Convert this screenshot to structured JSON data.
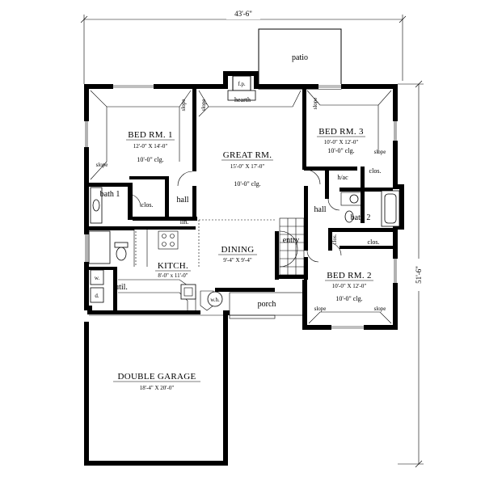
{
  "dimensions": {
    "width": "43'-6\"",
    "depth": "51'-6\""
  },
  "outdoor": {
    "patio": "patio",
    "porch": "porch"
  },
  "features": {
    "fireplace": "f.p.",
    "hearth": "hearth",
    "hvac": "h/ac",
    "linen": "lin.",
    "utility": "util.",
    "water_heater": "w.h.",
    "dryer": "d.",
    "washer": "w."
  },
  "rooms": {
    "bed1": {
      "name": "BED RM. 1",
      "dim": "12'-0\" X 14'-0\"",
      "clg": "10'-0\" clg."
    },
    "great": {
      "name": "GREAT RM.",
      "dim": "15'-0\" X 17'-0\"",
      "clg": "10'-0\" clg."
    },
    "bed3": {
      "name": "BED RM. 3",
      "dim": "10'-0\" X 12'-0\"",
      "clg": "10'-0\" clg."
    },
    "dining": {
      "name": "DINING",
      "dim": "9'-4\" X 9'-4\""
    },
    "kitchen": {
      "name": "KITCH.",
      "dim": "8'-0\" x 11'-0\""
    },
    "bed2": {
      "name": "BED RM. 2",
      "dim": "10'-0\" X 12'-0\"",
      "clg": "10'-0\" clg."
    },
    "garage": {
      "name": "DOUBLE GARAGE",
      "dim": "18'-4\" X 20'-0\""
    }
  },
  "spaces": {
    "bath1": "bath 1",
    "bath2": "bath 2",
    "hall": "hall",
    "entry": "entry",
    "closet": "clos."
  },
  "annotations": {
    "slope": "slope"
  }
}
